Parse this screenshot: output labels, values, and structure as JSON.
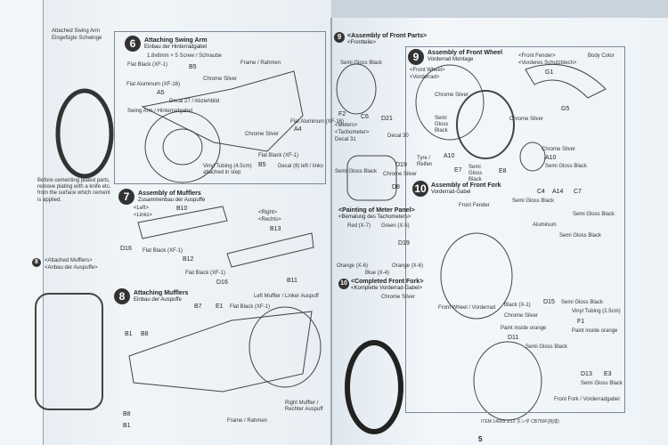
{
  "left_page": {
    "strip": {
      "title": "Attached Swing Arm",
      "subtitle": "Eingefügte Schwinge",
      "note": "Before cementing plated parts, remove plating with a knife etc. from the surface which cement is applied.",
      "step": "8",
      "step_caption": "<Attached Mufflers>",
      "step_sub": "<Anbau der Auspuffe>"
    },
    "step6": {
      "number": "6",
      "title": "Attaching Swing Arm",
      "subtitle": "Einbau der Hinterradgabel",
      "screw": "1.8x6mm × 5 Screw / Schraube",
      "labels": [
        "Flat Black (XF-1)",
        "Flat Aluminum (XF-16)",
        "A5",
        "B5",
        "Chrome Silver",
        "Frame / Rahmen",
        "Swing Arm / Hinterradgabel",
        "Decal 27 / Abziehbild",
        "Chrome Silver",
        "Flat Black (XF-1)",
        "B5",
        "Vinyl Tubing (4.5cm) attached in step",
        "Decal (8) left / links",
        "Flat Aluminum (XF-16)",
        "A4"
      ]
    },
    "step7": {
      "number": "7",
      "title": "Assembly of Mufflers",
      "subtitle": "Zusammenbau der Auspuffe",
      "labels": [
        "<Left>",
        "<Links>",
        "B10",
        "<Right>",
        "<Rechts>",
        "B13",
        "D16",
        "Flat Black (XF-1)",
        "B12",
        "Flat Black (XF-1)",
        "D16",
        "B11"
      ]
    },
    "step8": {
      "number": "8",
      "title": "Attaching Mufflers",
      "subtitle": "Einbau der Auspuffe",
      "labels": [
        "B7",
        "E1",
        "Flat Black (XF-1)",
        "Left Muffler / Linker Auspuff",
        "B1",
        "B8",
        "B8",
        "B1",
        "Right Muffler / Rechter Auspuff",
        "Frame / Rahmen"
      ]
    }
  },
  "right_page": {
    "step_front_parts": {
      "number": "9",
      "title": "<Assembly of Front Parts>",
      "subtitle": "<Frontteile>",
      "labels": [
        "Semi Gloss Black",
        "F2",
        "C6",
        "D21",
        "<Meters>",
        "<Tachometer>",
        "Decal 31",
        "Decal 30",
        "D19",
        "Chrome Silver",
        "Semi Gloss Black",
        "D8"
      ]
    },
    "meter_paint": {
      "title": "<Painting of Meter Panel>",
      "subtitle": "<Bemalung des Tachometers>",
      "labels": [
        "Red (X-7)",
        "Green (X-5)",
        "D19",
        "Orange (X-6)",
        "Blue (X-4)",
        "Orange (X-6)"
      ]
    },
    "step10_small": {
      "number": "10",
      "title": "<Completed Front Fork>",
      "subtitle": "<Komplette Vorderrad-Gabel>",
      "labels": [
        "Chrome Silver"
      ]
    },
    "step9": {
      "number": "9",
      "title": "Assembly of Front Wheel",
      "subtitle": "Vorderrad Montage",
      "labels": [
        "<Front Wheel>",
        "<Vorderrad>",
        "Chrome Silver",
        "Semi Gloss Black",
        "Chrome Silver",
        "Tyre / Reifen",
        "A10",
        "E7",
        "Semi Gloss Black",
        "E8",
        "Chrome Silver",
        "A10",
        "Semi Gloss Black",
        "<Front Fender>",
        "<Vorderes Schutzblech>",
        "Body Color",
        "G1",
        "G5"
      ]
    },
    "step10": {
      "number": "10",
      "title": "Assembly of Front Fork",
      "subtitle": "Vorderrad-Gabel",
      "labels": [
        "C4",
        "A14",
        "C7",
        "Semi Gloss Black",
        "Front Fender",
        "Semi Gloss Black",
        "Aluminum",
        "Semi Gloss Black",
        "Front Wheel / Vorderrad",
        "Black (X-1)",
        "D15",
        "Semi Gloss Black",
        "Chrome Silver",
        "F1",
        "Paint inside orange",
        "Paint inside orange",
        "D11",
        "Semi Gloss Black",
        "Vinyl Tubing (2.5cm)",
        "D13",
        "E3",
        "Semi Gloss Black",
        "Front Fork / Vorderradgabel"
      ]
    },
    "footer": "ITEM 14009 1/12 ホンダ CB750F(完成)",
    "page_number": "5"
  }
}
